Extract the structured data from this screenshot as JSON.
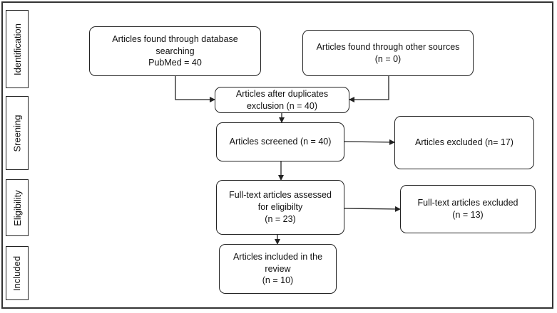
{
  "stages": {
    "identification": "Identification",
    "screening": "Sreening",
    "eligibility": "Eligibility",
    "included": "Included"
  },
  "boxes": {
    "database_search": {
      "line1": "Articles found through database",
      "line2": "searching",
      "line3": "PubMed = 40"
    },
    "other_sources": {
      "line1": "Articles found through other sources",
      "line2": "(n = 0)"
    },
    "after_duplicates": {
      "line1": "Articles after duplicates",
      "line2": "exclusion (n = 40)"
    },
    "screened": {
      "line1": "Articles screened (n = 40)"
    },
    "excluded": {
      "line1": "Articles excluded (n= 17)"
    },
    "fulltext_assessed": {
      "line1": "Full-text articles assessed",
      "line2": "for eligibilty",
      "line3": "(n = 23)"
    },
    "fulltext_excluded": {
      "line1": "Full-text articles excluded",
      "line2": "(n = 13)"
    },
    "included": {
      "line1": "Articles included in the",
      "line2": "review",
      "line3": "(n = 10)"
    }
  }
}
